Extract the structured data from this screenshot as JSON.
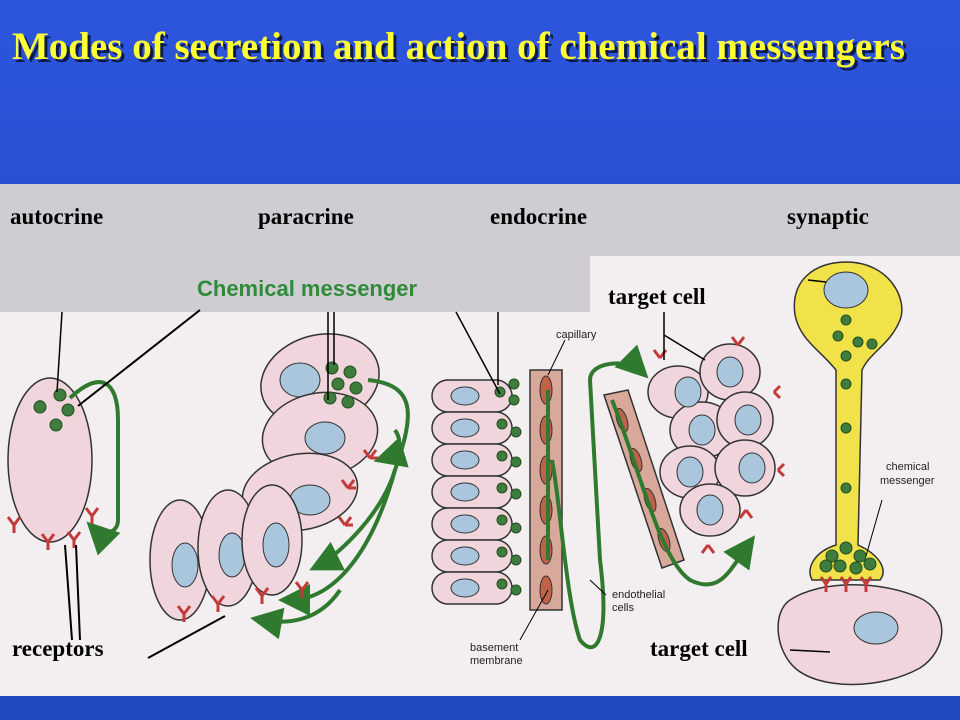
{
  "slide": {
    "title": "Modes of secretion and action of chemical messengers",
    "colors": {
      "header": "#2b4fd6",
      "title": "#ffff33",
      "messenger_label": "#2e8b3a",
      "panel": "#cfcdd2"
    }
  },
  "modes": {
    "autocrine": "autocrine",
    "paracrine": "paracrine",
    "endocrine": "endocrine",
    "synaptic": "synaptic"
  },
  "labels": {
    "chemical_messenger": "Chemical messenger",
    "target_cell_top": "target cell",
    "target_cell_bottom": "target cell",
    "receptors": "receptors"
  },
  "figure_labels": {
    "capillary": "capillary",
    "endothelial_1": "endothelial",
    "endothelial_2": "cells",
    "basement_1": "basement",
    "basement_2": "membrane",
    "chemical_1": "chemical",
    "chemical_2": "messenger"
  }
}
